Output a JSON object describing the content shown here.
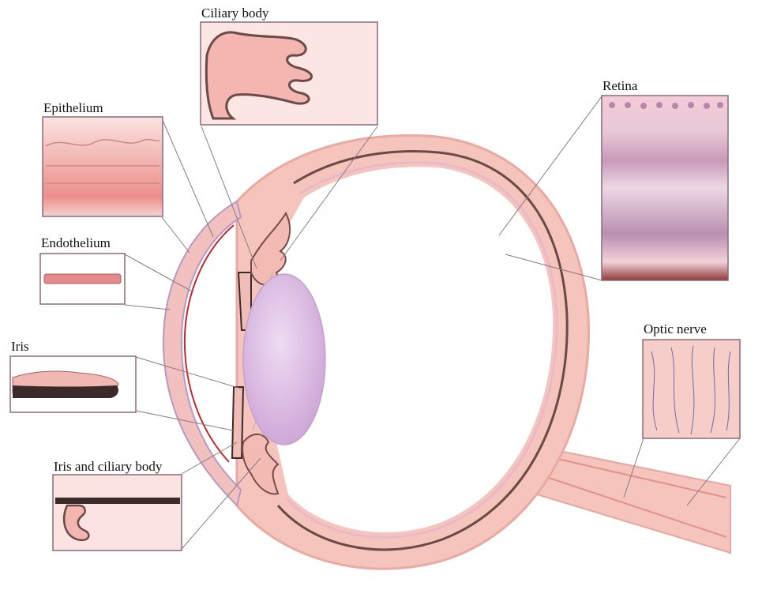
{
  "labels": {
    "ciliary_body": "Ciliary body",
    "epithelium": "Epithelium",
    "endothelium": "Endothelium",
    "iris": "Iris",
    "iris_and_ciliary_body": "Iris and ciliary body",
    "retina": "Retina",
    "optic_nerve": "Optic nerve"
  },
  "colors": {
    "sclera": "#f4c4bd",
    "sclera_edge": "#e6a79f",
    "choroid": "#6b4a44",
    "lens": "#d8b7de",
    "callout_border": "#8a6a7a",
    "pointer_line": "#8a7a80",
    "iris_pigment": "#3b2a2a",
    "cornea_rim": "#c0282e"
  }
}
